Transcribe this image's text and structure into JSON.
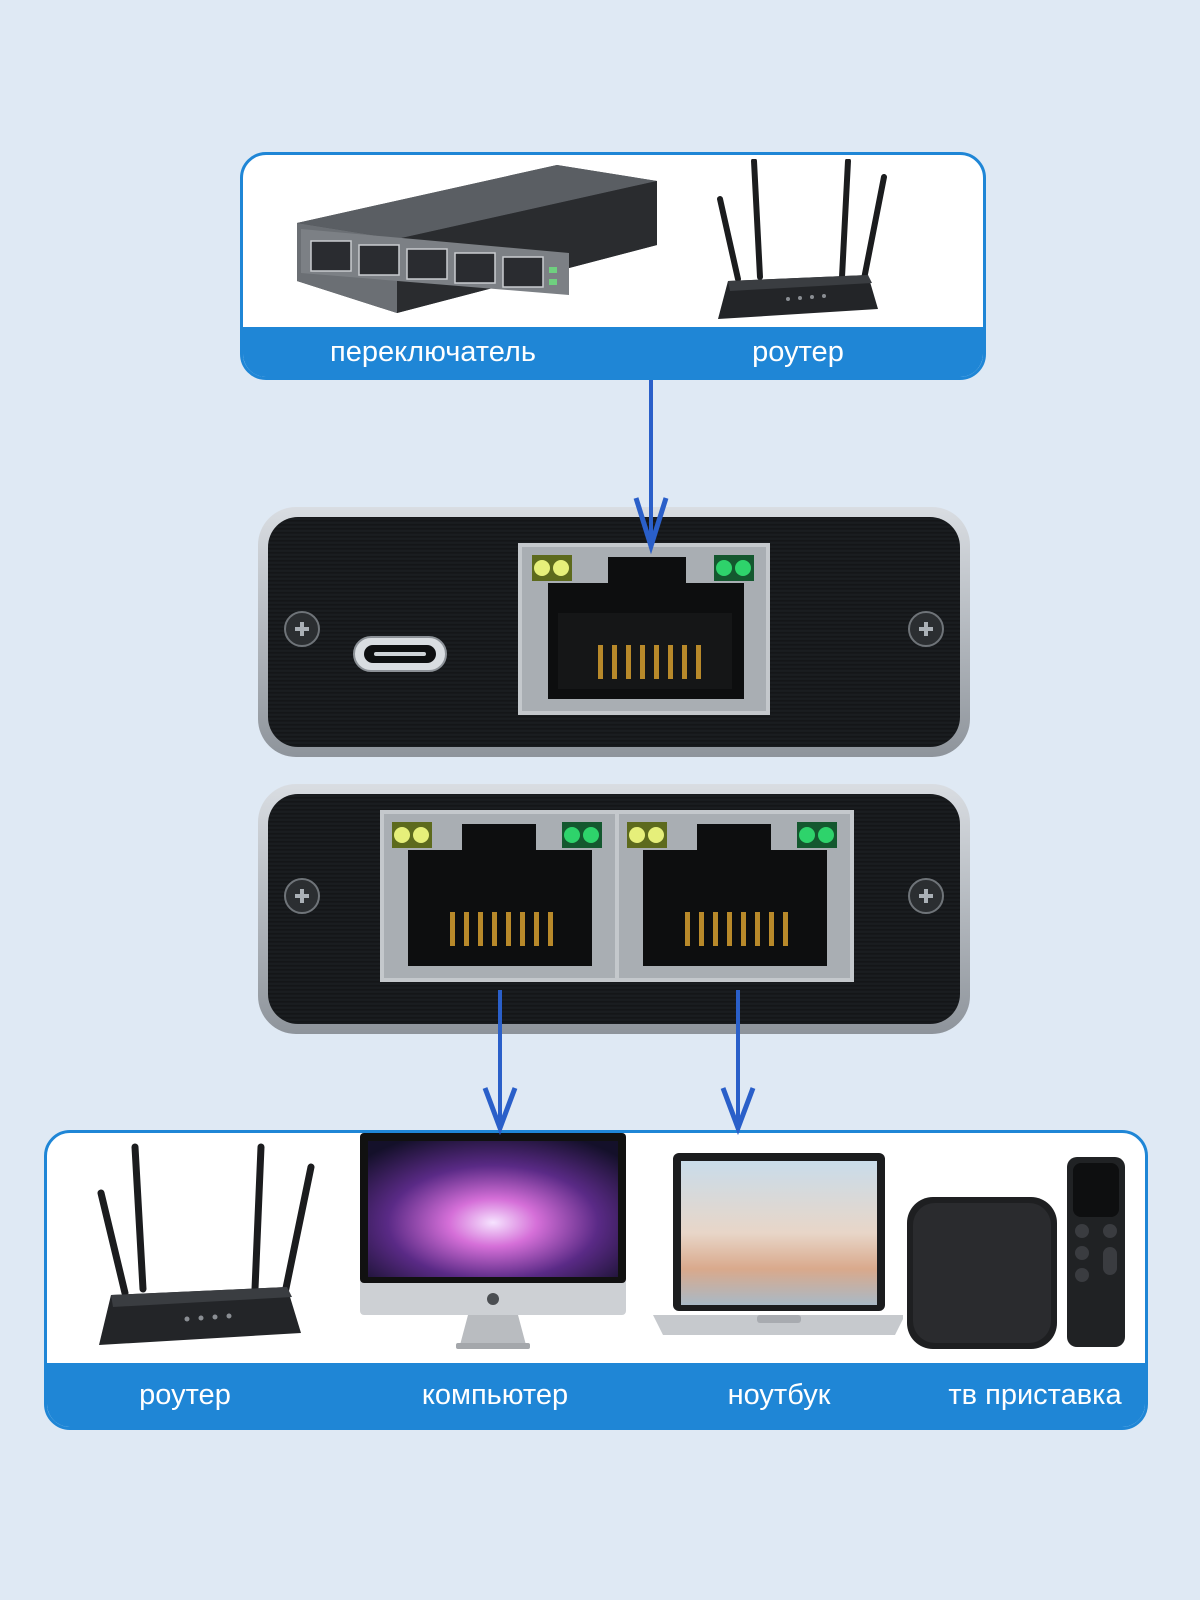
{
  "top_card": {
    "labels": [
      "переключатель",
      "роутер"
    ]
  },
  "bottom_card": {
    "labels": [
      "роутер",
      "компьютер",
      "ноутбук",
      "тв приставка"
    ]
  },
  "colors": {
    "accent": "#1f86d6",
    "arrow": "#2a5fc9",
    "background": "#dfe9f4",
    "led_yellow": "#e6ef7a",
    "led_green": "#2ed36b"
  },
  "icons": {
    "switch": "network-switch-icon",
    "router": "router-icon",
    "monitor": "imac-computer-icon",
    "laptop": "laptop-icon",
    "tvbox": "tv-box-icon",
    "usb_c": "usb-c-port-icon",
    "rj45": "rj45-port-icon",
    "screw": "screw-icon"
  }
}
